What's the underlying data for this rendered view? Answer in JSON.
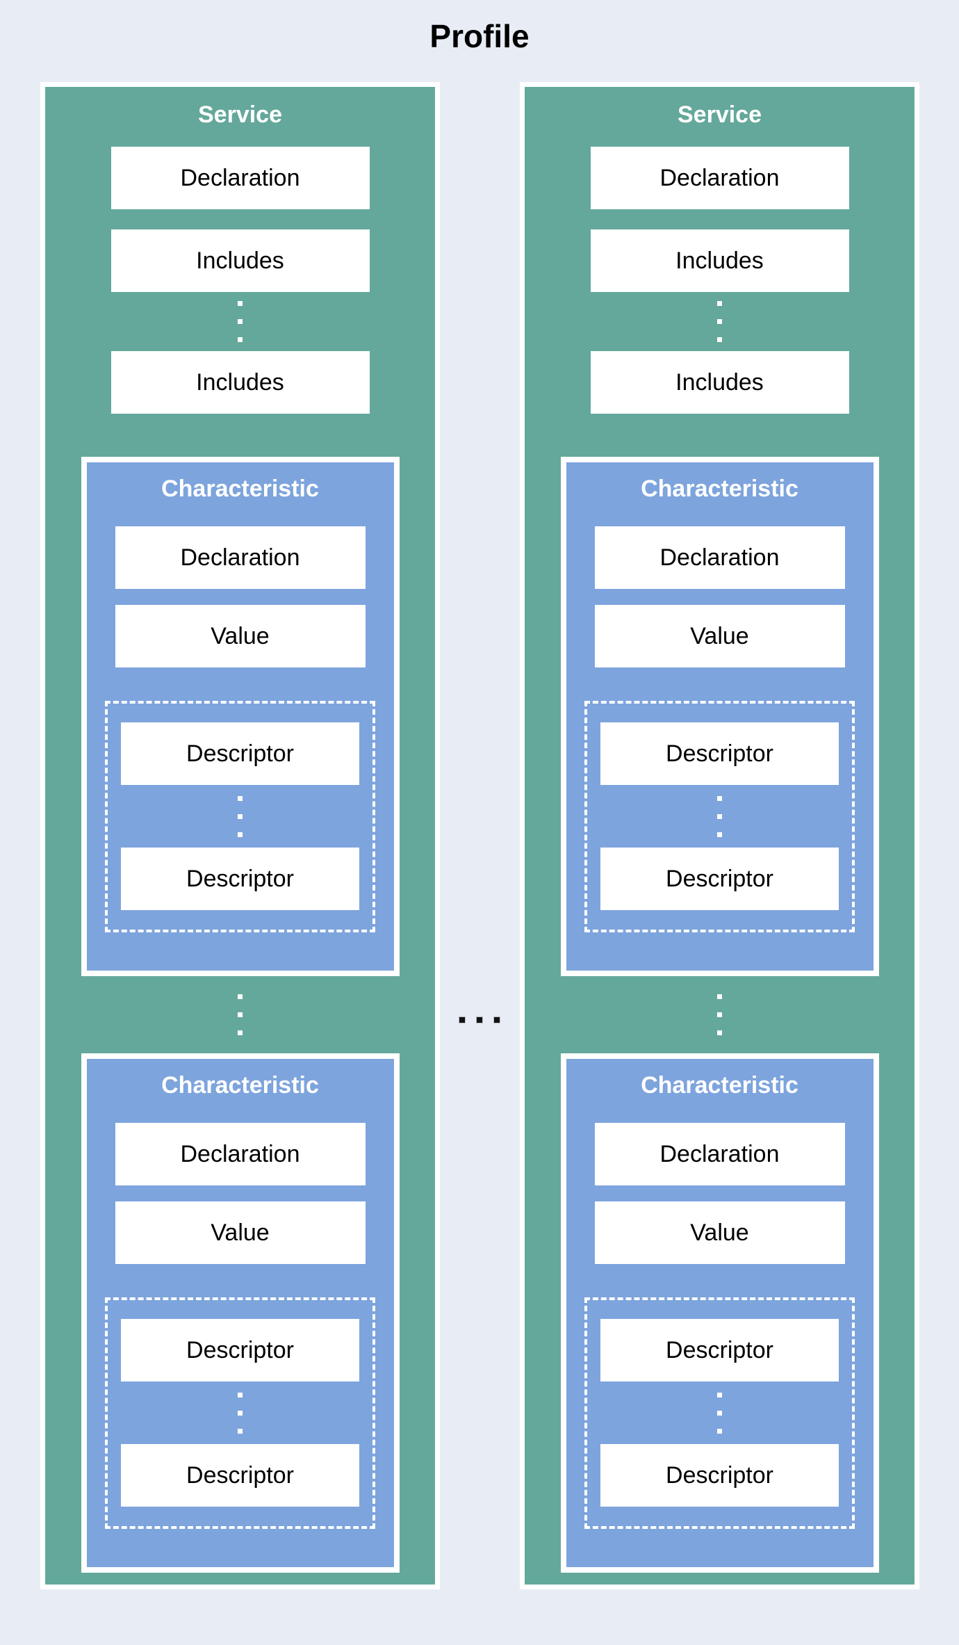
{
  "title": "Profile",
  "colors": {
    "background": "#e8edf5",
    "service_fill": "#64a89b",
    "characteristic_fill": "#7da4dd",
    "box_fill": "#ffffff",
    "text": "#000000",
    "panel_title_text": "#ffffff",
    "ellipsis_dark": "#121212"
  },
  "services": [
    {
      "title": "Service",
      "declaration_label": "Declaration",
      "includes_labels": [
        "Includes",
        "Includes"
      ],
      "characteristics": [
        {
          "title": "Characteristic",
          "declaration_label": "Declaration",
          "value_label": "Value",
          "descriptor_labels": [
            "Descriptor",
            "Descriptor"
          ]
        },
        {
          "title": "Characteristic",
          "declaration_label": "Declaration",
          "value_label": "Value",
          "descriptor_labels": [
            "Descriptor",
            "Descriptor"
          ]
        }
      ]
    },
    {
      "title": "Service",
      "declaration_label": "Declaration",
      "includes_labels": [
        "Includes",
        "Includes"
      ],
      "characteristics": [
        {
          "title": "Characteristic",
          "declaration_label": "Declaration",
          "value_label": "Value",
          "descriptor_labels": [
            "Descriptor",
            "Descriptor"
          ]
        },
        {
          "title": "Characteristic",
          "declaration_label": "Declaration",
          "value_label": "Value",
          "descriptor_labels": [
            "Descriptor",
            "Descriptor"
          ]
        }
      ]
    }
  ]
}
